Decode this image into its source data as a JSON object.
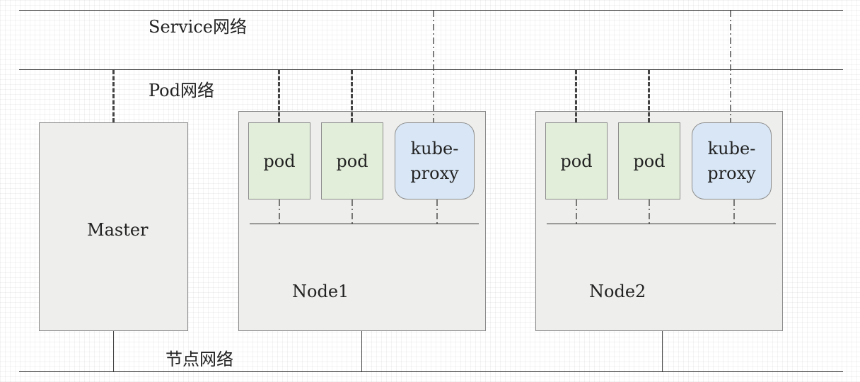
{
  "networks": {
    "service": "Service网络",
    "pod": "Pod网络",
    "node": "节点网络"
  },
  "master": {
    "label": "Master"
  },
  "nodes": [
    {
      "label": "Node1",
      "pods": [
        "pod",
        "pod"
      ],
      "proxy_line1": "kube-",
      "proxy_line2": "proxy"
    },
    {
      "label": "Node2",
      "pods": [
        "pod",
        "pod"
      ],
      "proxy_line1": "kube-",
      "proxy_line2": "proxy"
    }
  ]
}
